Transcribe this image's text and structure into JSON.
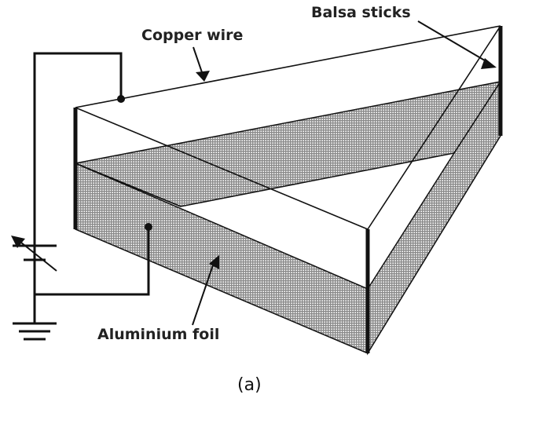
{
  "figure": {
    "caption": "(a)",
    "labels": {
      "copper_wire": "Copper wire",
      "balsa_sticks": "Balsa sticks",
      "aluminium_foil": "Aluminium foil"
    },
    "components": [
      "triangular balsa frame",
      "copper wire",
      "aluminium foil walls",
      "variable voltage source",
      "ground"
    ],
    "colors": {
      "line": "#111111",
      "foil_fill": "#9a9a9a",
      "background": "#ffffff"
    }
  }
}
